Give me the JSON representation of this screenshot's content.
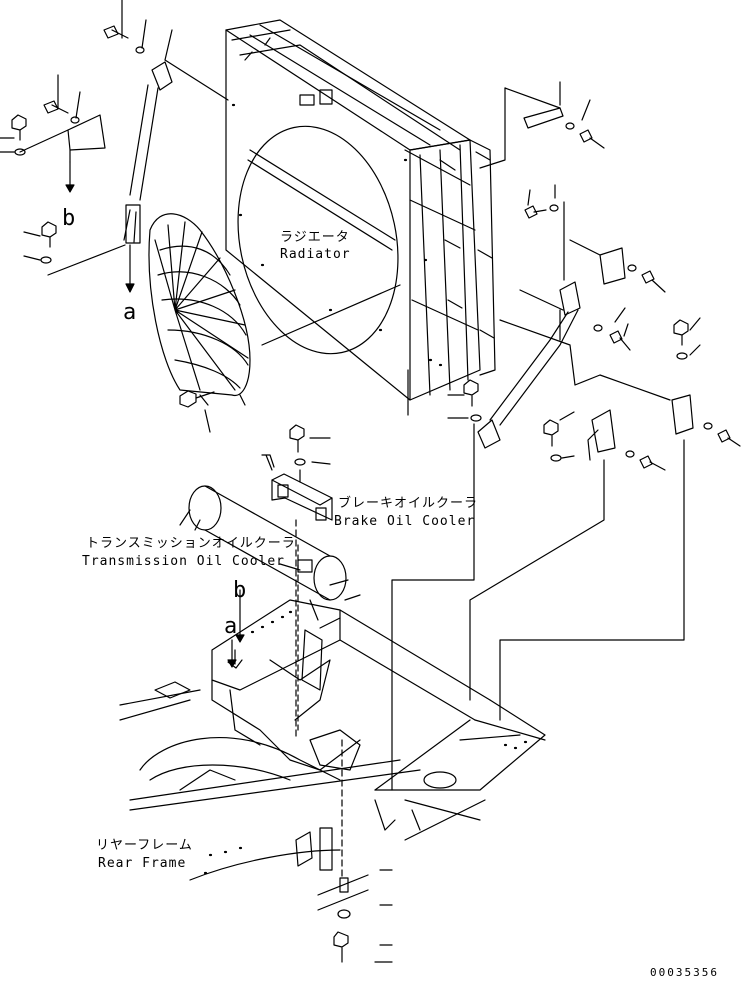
{
  "labels": {
    "radiator_jp": "ラジエータ",
    "radiator_en": "Radiator",
    "brake_cooler_jp": "ブレーキオイルクーラ",
    "brake_cooler_en": "Brake Oil Cooler",
    "trans_cooler_jp": "トランスミッションオイルクーラ",
    "trans_cooler_en": "Transmission Oil Cooler",
    "rear_frame_jp": "リヤーフレーム",
    "rear_frame_en": "Rear Frame"
  },
  "ref_letters": {
    "a": "a",
    "b": "b"
  },
  "drawing_code": "00035356"
}
